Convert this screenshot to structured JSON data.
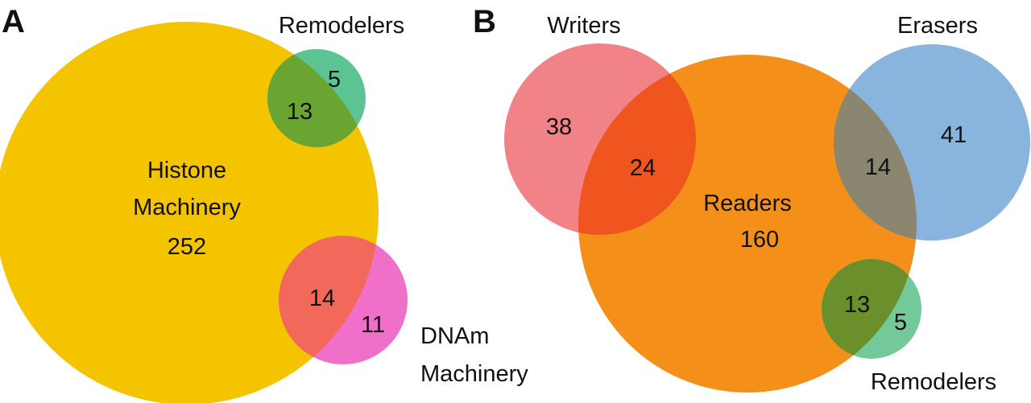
{
  "panels": {
    "a": {
      "letter": "A",
      "labels": {
        "remodelers": "Remodelers",
        "histone_line1": "Histone",
        "histone_line2": "Machinery",
        "dnam_line1": "DNAm",
        "dnam_line2": "Machinery"
      },
      "counts": {
        "histone_only": "252",
        "histone_remodelers": "13",
        "remodelers_only": "5",
        "histone_dnam": "14",
        "dnam_only": "11"
      },
      "colors": {
        "histone": "#f5c400",
        "remodelers": "#5cc493",
        "histone_remodelers": "#6aa531",
        "dnam": "#f06fc9",
        "histone_dnam": "#f2695b"
      }
    },
    "b": {
      "letter": "B",
      "labels": {
        "writers": "Writers",
        "erasers": "Erasers",
        "readers": "Readers",
        "remodelers": "Remodelers"
      },
      "counts": {
        "writers_only": "38",
        "writers_readers": "24",
        "readers_only": "160",
        "readers_erasers": "14",
        "erasers_only": "41",
        "readers_remodelers": "13",
        "remodelers_only": "5"
      },
      "colors": {
        "readers": "#f4901a",
        "writers": "#f18287",
        "writers_readers": "#f0551f",
        "erasers": "#88b4dd",
        "readers_erasers": "#8a8670",
        "remodelers": "#74c99b",
        "readers_remodelers": "#6b8f2a"
      }
    }
  }
}
